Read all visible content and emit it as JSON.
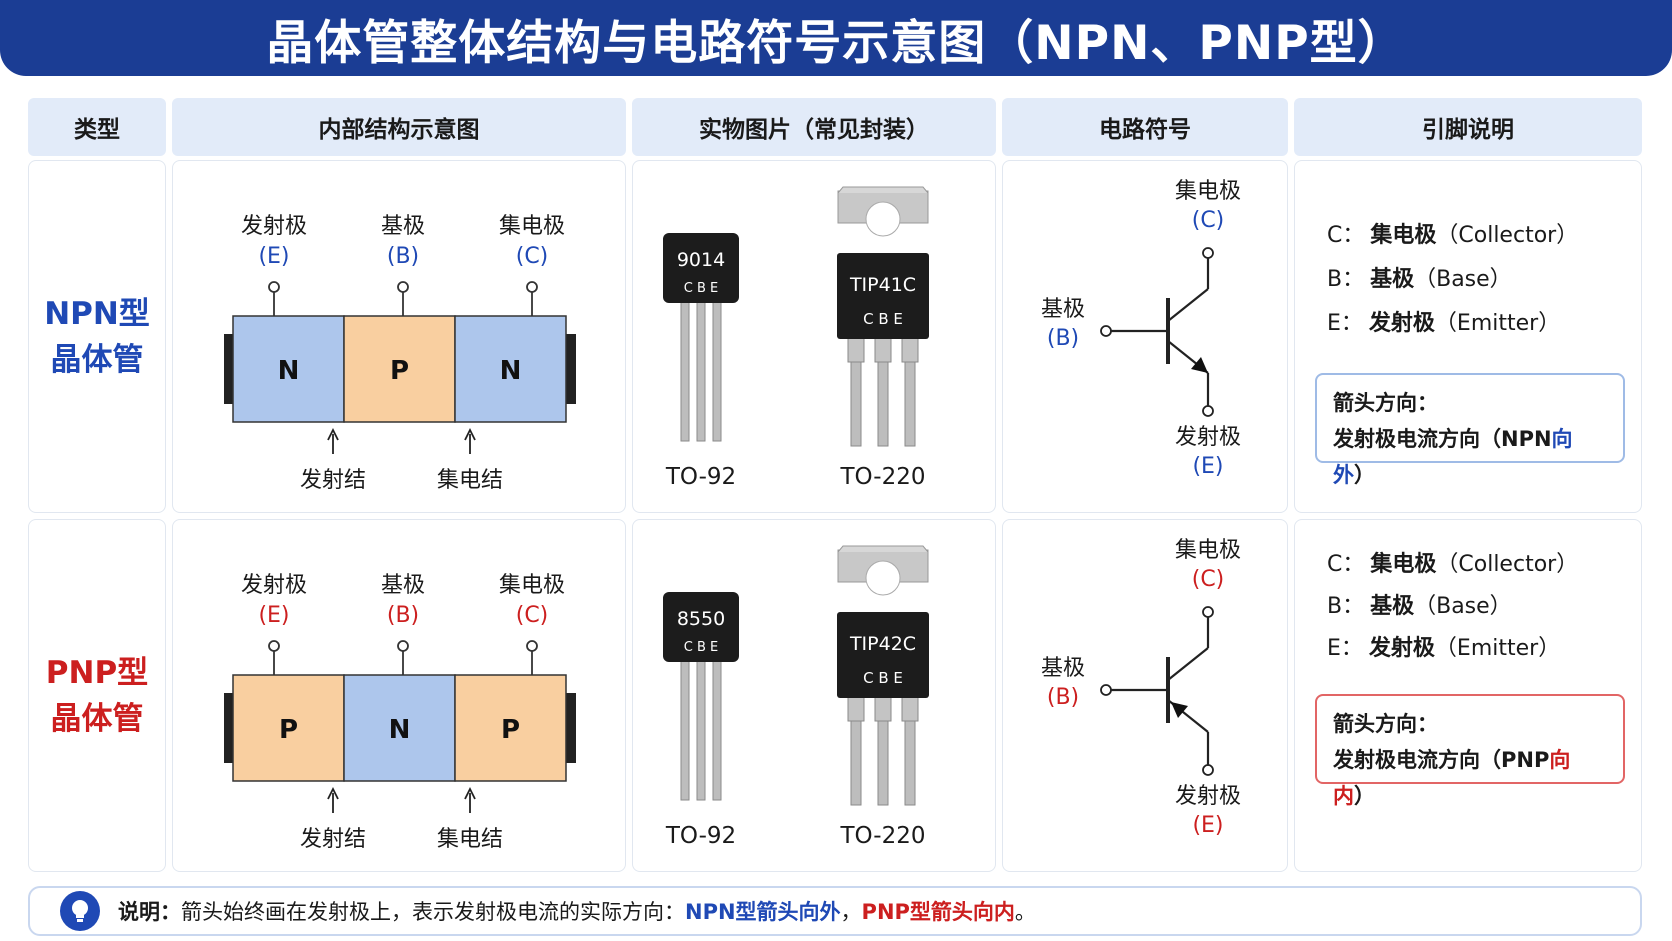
{
  "title": "晶体管整体结构与电路符号示意图（NPN、PNP型）",
  "headers": [
    "类型",
    "内部结构示意图",
    "实物图片（常见封装）",
    "电路符号",
    "引脚说明"
  ],
  "rows": [
    {
      "type_line1": "NPN型",
      "type_line2": "晶体管",
      "accent": "#1f49b5",
      "structure": {
        "terminals": [
          {
            "name": "发射极",
            "code": "(E)"
          },
          {
            "name": "基极",
            "code": "(B)"
          },
          {
            "name": "集电极",
            "code": "(C)"
          }
        ],
        "regions": [
          {
            "letter": "N",
            "color": "#adc6ec"
          },
          {
            "letter": "P",
            "color": "#f9cfa0"
          },
          {
            "letter": "N",
            "color": "#adc6ec"
          }
        ],
        "junctions": [
          "发射结",
          "集电结"
        ]
      },
      "packages": [
        {
          "marking": "9014",
          "pins": "C B E",
          "caption": "TO-92"
        },
        {
          "marking": "TIP41C",
          "pins": "C B E",
          "caption": "TO-220"
        }
      ],
      "symbol": {
        "collector": "集电极",
        "collector_code": "(C)",
        "base": "基极",
        "base_code": "(B)",
        "emitter": "发射极",
        "emitter_code": "(E)",
        "arrow": "out"
      },
      "pins_desc": [
        {
          "key": "C：",
          "name": "集电极",
          "en": "（Collector）"
        },
        {
          "key": "B：",
          "name": "基极",
          "en": "（Base）"
        },
        {
          "key": "E：",
          "name": "发射极",
          "en": "（Emitter）"
        }
      ],
      "arrow_note": {
        "title": "箭头方向：",
        "line_prefix": "发射极电流方向（NPN",
        "highlight": "向外",
        "suffix": "）",
        "border": "#9fbbe6"
      }
    },
    {
      "type_line1": "PNP型",
      "type_line2": "晶体管",
      "accent": "#cc1f1f",
      "structure": {
        "terminals": [
          {
            "name": "发射极",
            "code": "(E)"
          },
          {
            "name": "基极",
            "code": "(B)"
          },
          {
            "name": "集电极",
            "code": "(C)"
          }
        ],
        "regions": [
          {
            "letter": "P",
            "color": "#f9cfa0"
          },
          {
            "letter": "N",
            "color": "#adc6ec"
          },
          {
            "letter": "P",
            "color": "#f9cfa0"
          }
        ],
        "junctions": [
          "发射结",
          "集电结"
        ]
      },
      "packages": [
        {
          "marking": "8550",
          "pins": "C B E",
          "caption": "TO-92"
        },
        {
          "marking": "TIP42C",
          "pins": "C B E",
          "caption": "TO-220"
        }
      ],
      "symbol": {
        "collector": "集电极",
        "collector_code": "(C)",
        "base": "基极",
        "base_code": "(B)",
        "emitter": "发射极",
        "emitter_code": "(E)",
        "arrow": "in"
      },
      "pins_desc": [
        {
          "key": "C：",
          "name": "集电极",
          "en": "（Collector）"
        },
        {
          "key": "B：",
          "name": "基极",
          "en": "（Base）"
        },
        {
          "key": "E：",
          "name": "发射极",
          "en": "（Emitter）"
        }
      ],
      "arrow_note": {
        "title": "箭头方向：",
        "line_prefix": "发射极电流方向（PNP",
        "highlight": "向内",
        "suffix": "）",
        "border": "#e26565"
      }
    }
  ],
  "footer": {
    "label": "说明：",
    "text": "箭头始终画在发射极上，表示发射极电流的实际方向：",
    "npn": "NPN型箭头向外",
    "sep": "，",
    "pnp": "PNP型箭头向内",
    "end": "。",
    "npn_color": "#1f49b5",
    "pnp_color": "#cc1f1f",
    "icon": "lightbulb-icon"
  }
}
